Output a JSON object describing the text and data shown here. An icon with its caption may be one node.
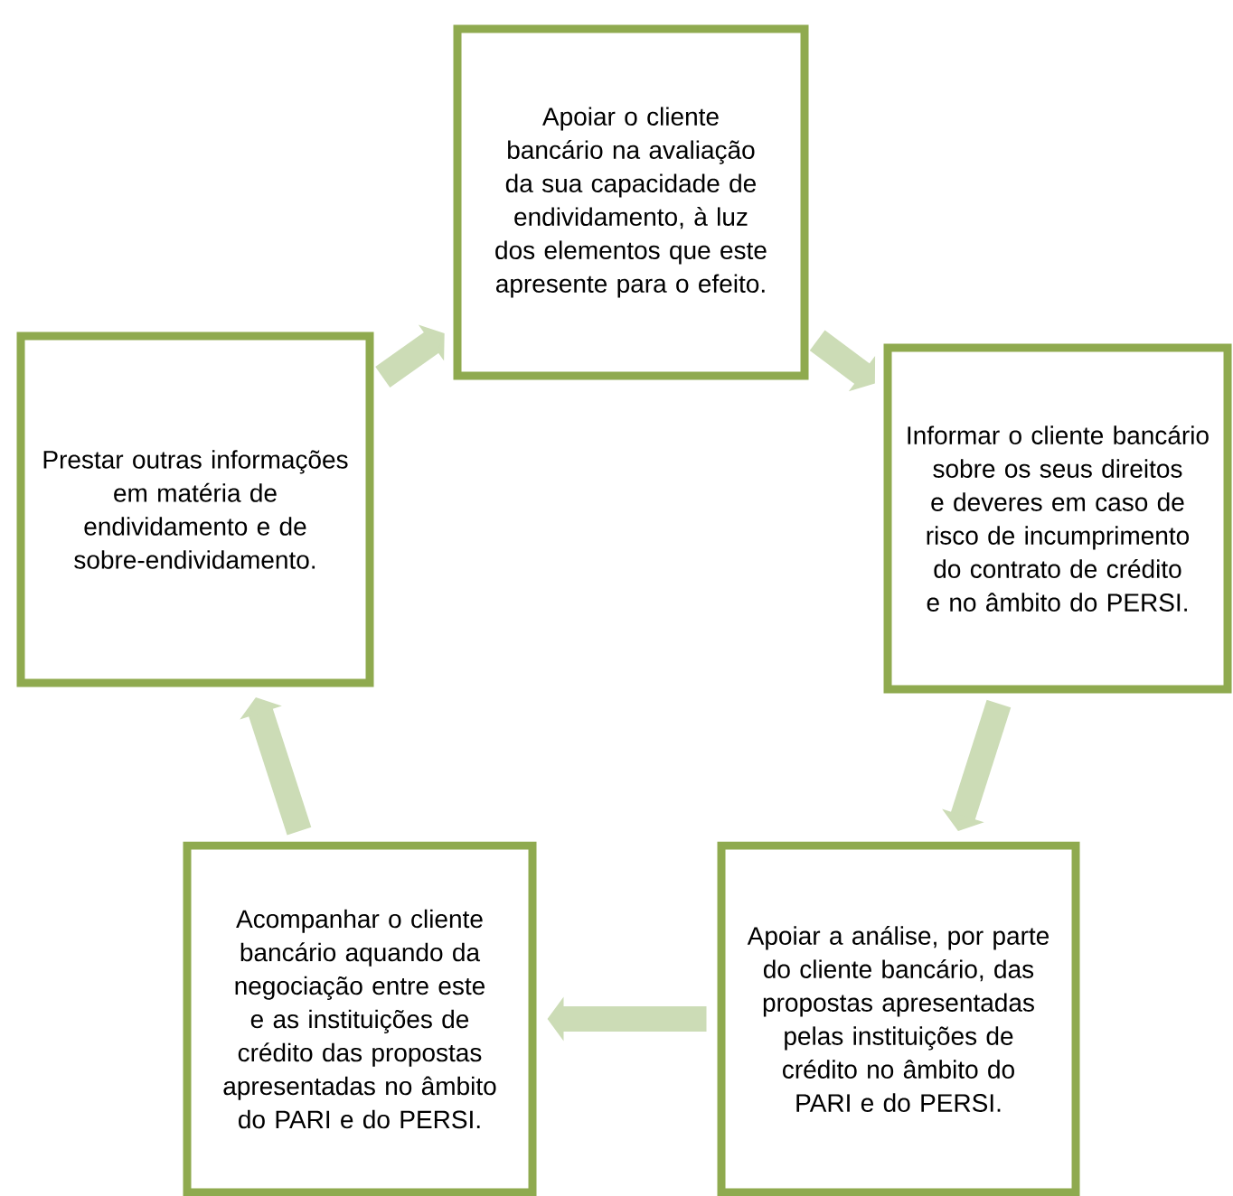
{
  "diagram": {
    "nodes": [
      {
        "text": [
          "Apoiar o cliente bancário na avaliação da sua capacidade de endividamento, à luz dos elementos que este apresente para o efeito."
        ]
      },
      {
        "text": [
          "Informar o cliente bancário sobre os seus direitos e deveres em caso de risco de incumprimento do contrato de crédito e no âmbito do PERSI."
        ]
      },
      {
        "text": [
          "Apoiar a análise, por parte do cliente bancário, das propostas apresentadas pelas instituições de crédito no âmbito do PARI e do PERSI."
        ]
      },
      {
        "text": [
          "Acompanhar o cliente bancário aquando da negociação entre este e as instituições de crédito das propostas apresentadas no âmbito do PARI e do PERSI."
        ]
      },
      {
        "text": [
          "Prestar outras informações em matéria de endividamento e de sobre-endividamento."
        ]
      }
    ],
    "edges": [
      {
        "from": 0,
        "to": 1,
        "arrow": "to"
      },
      {
        "from": 1,
        "to": 2,
        "arrow": "to"
      },
      {
        "from": 2,
        "to": 3,
        "arrow": "to"
      },
      {
        "from": 3,
        "to": 4,
        "arrow": "to"
      },
      {
        "from": 4,
        "to": 0,
        "arrow": "to"
      }
    ]
  }
}
